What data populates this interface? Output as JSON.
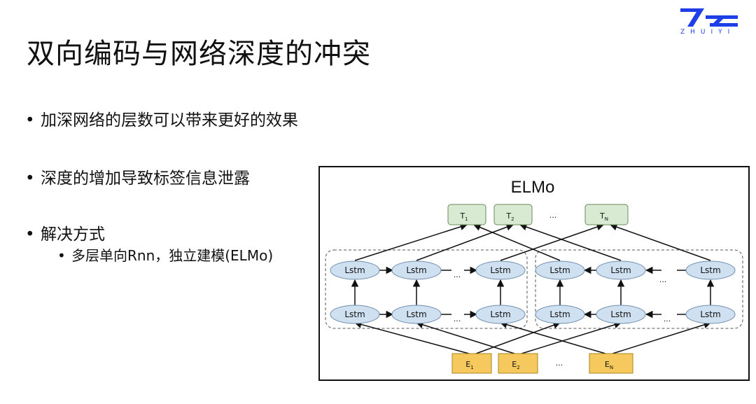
{
  "slide": {
    "title": "双向编码与网络深度的冲突"
  },
  "logo": {
    "text": "ZHUIYI",
    "color": "#1e3ee8"
  },
  "bullets": [
    {
      "text": "加深网络的层数可以带来更好的效果"
    },
    {
      "text": "深度的增加导致标签信息泄露"
    },
    {
      "text": "解决方式"
    }
  ],
  "sub_bullets": [
    {
      "text": "多层单向Rnn，独立建模(ELMo)"
    }
  ],
  "diagram": {
    "title": "ELMo",
    "outputs": [
      {
        "label": "T",
        "sub": "1"
      },
      {
        "label": "T",
        "sub": "2"
      },
      {
        "label": "T",
        "sub": "N"
      }
    ],
    "inputs": [
      {
        "label": "E",
        "sub": "1"
      },
      {
        "label": "E",
        "sub": "2"
      },
      {
        "label": "E",
        "sub": "N"
      }
    ],
    "lstm_label": "Lstm",
    "ellipsis": "...",
    "colors": {
      "output_fill": "#d9ead3",
      "output_stroke": "#6a8a5e",
      "input_fill": "#f6c95f",
      "input_stroke": "#a98620",
      "lstm_fill": "#cfe0f1",
      "lstm_stroke": "#6f8fae"
    }
  }
}
